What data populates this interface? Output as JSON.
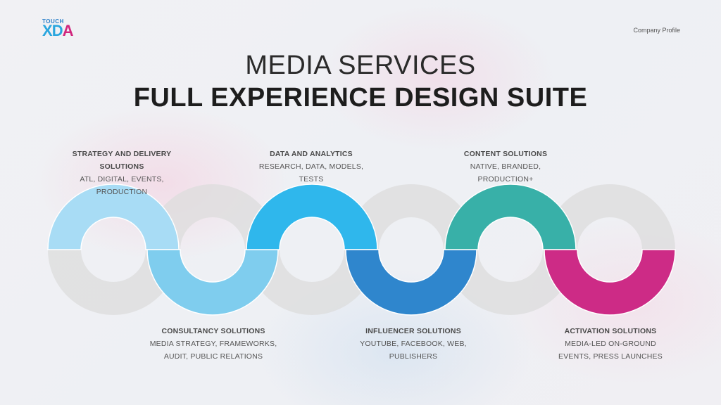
{
  "header": {
    "logo_small": "TOUCH",
    "logo_x": "X",
    "logo_d": "D",
    "logo_a": "A",
    "profile": "Company Profile",
    "title": "MEDIA SERVICES",
    "subtitle": "FULL EXPERIENCE DESIGN SUITE"
  },
  "segments": [
    {
      "title": "STRATEGY AND DELIVERY SOLUTIONS",
      "detail": "ATL, DIGITAL, EVENTS, PRODUCTION",
      "color": "#a8dcf5",
      "position": "top"
    },
    {
      "title": "CONSULTANCY SOLUTIONS",
      "detail": "MEDIA STRATEGY, FRAMEWORKS, AUDIT, PUBLIC RELATIONS",
      "color": "#7fcdee",
      "position": "bottom"
    },
    {
      "title": "DATA AND ANALYTICS",
      "detail": "RESEARCH, DATA, MODELS, TESTS",
      "color": "#2fb7ec",
      "position": "top"
    },
    {
      "title": "INFLUENCER SOLUTIONS",
      "detail": "YOUTUBE, FACEBOOK, WEB, PUBLISHERS",
      "color": "#2f86cd",
      "position": "bottom"
    },
    {
      "title": "CONTENT SOLUTIONS",
      "detail": "NATIVE, BRANDED, PRODUCTION+",
      "color": "#38b0a8",
      "position": "top"
    },
    {
      "title": "ACTIVATION SOLUTIONS",
      "detail": "MEDIA-LED ON-GROUND EVENTS, PRESS LAUNCHES",
      "color": "#cd2b86",
      "position": "bottom"
    }
  ],
  "ghost_color": "#dcdcdc"
}
